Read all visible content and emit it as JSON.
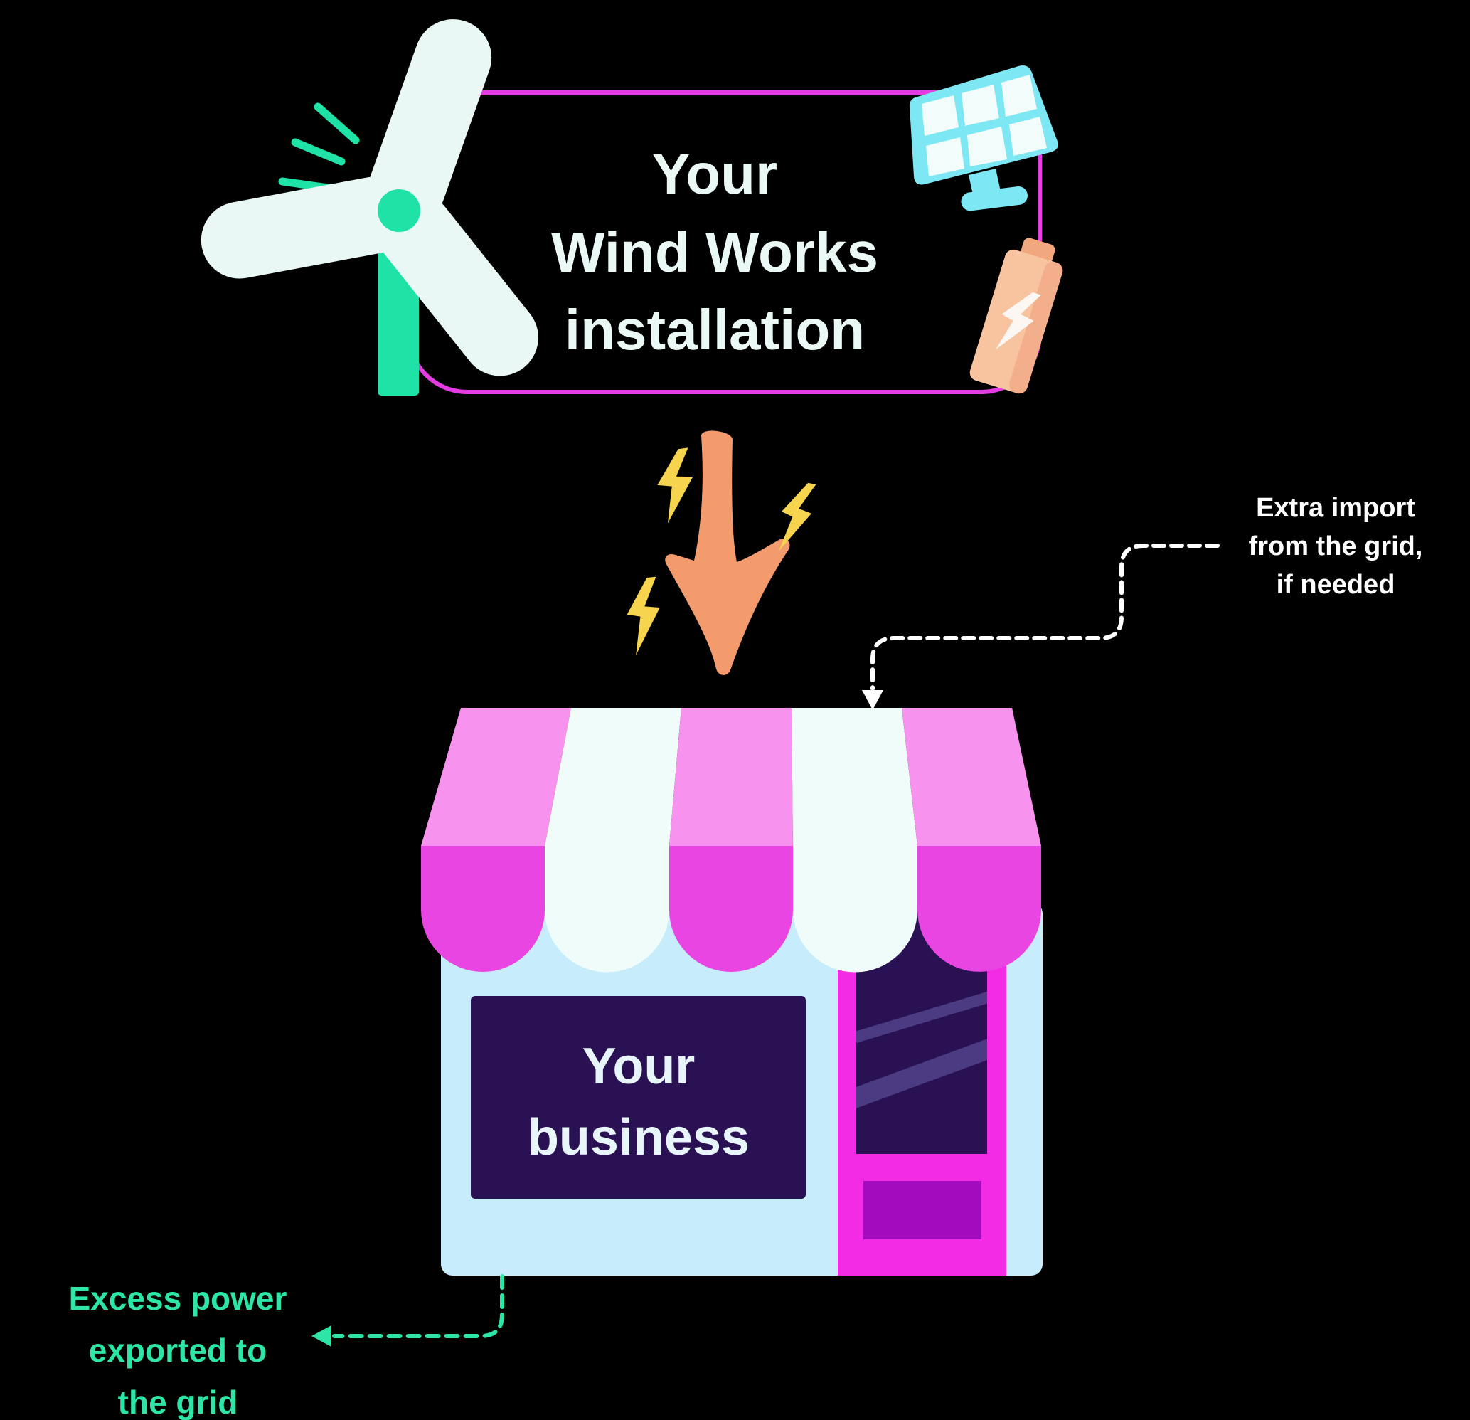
{
  "title_card": {
    "lines": [
      "Your",
      "Wind Works",
      "installation"
    ]
  },
  "store": {
    "sign_lines": [
      "Your",
      "business"
    ]
  },
  "annotations": {
    "grid_import": {
      "lines": [
        "Extra import",
        "from the grid,",
        "if needed"
      ]
    },
    "grid_export": {
      "lines": [
        "Excess power",
        "exported to",
        "the grid"
      ]
    }
  },
  "icons": [
    "wind-turbine-icon",
    "solar-panel-icon",
    "battery-icon",
    "lightning-bolt-icon",
    "down-arrow-icon",
    "storefront-icon",
    "dashed-import-arrow",
    "dashed-export-arrow"
  ],
  "colors": {
    "background": "#000000",
    "card_border_magenta": "#E43CE2",
    "teal": "#1FE2A6",
    "mint_white": "#E9F8F4",
    "panel_cyan": "#7DE7F3",
    "battery_peach": "#F8C4A0",
    "bolt_yellow": "#F6D44E",
    "arrow_orange": "#F49B6E",
    "awning_light_pink": "#F792EF",
    "awning_magenta": "#E845E2",
    "awning_white": "#EFFCFA",
    "store_body_blue": "#C7ECFB",
    "door_hot_pink": "#F32BE5",
    "sign_dark_indigo": "#2A1153",
    "door_panel_purple": "#A30BBF",
    "export_text_teal": "#2CE5A7",
    "import_text_white": "#FFFFFF"
  }
}
